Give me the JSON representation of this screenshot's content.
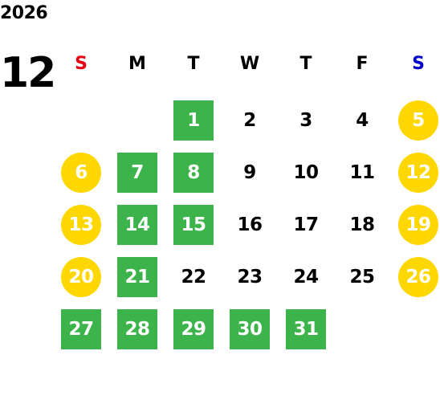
{
  "calendar": {
    "year": "2026",
    "month": "12",
    "weekdays": [
      {
        "label": "S",
        "color": "#e60012"
      },
      {
        "label": "M",
        "color": "#000000"
      },
      {
        "label": "T",
        "color": "#000000"
      },
      {
        "label": "W",
        "color": "#000000"
      },
      {
        "label": "T",
        "color": "#000000"
      },
      {
        "label": "F",
        "color": "#000000"
      },
      {
        "label": "S",
        "color": "#0000cc"
      }
    ],
    "colors": {
      "green_highlight": "#3cb44b",
      "weekend_circle": "#ffd700"
    },
    "weeks": [
      [
        {
          "day": "",
          "style": "none"
        },
        {
          "day": "",
          "style": "none"
        },
        {
          "day": "1",
          "style": "green"
        },
        {
          "day": "2",
          "style": "plain"
        },
        {
          "day": "3",
          "style": "plain"
        },
        {
          "day": "4",
          "style": "plain"
        },
        {
          "day": "5",
          "style": "yellow"
        }
      ],
      [
        {
          "day": "6",
          "style": "yellow"
        },
        {
          "day": "7",
          "style": "green"
        },
        {
          "day": "8",
          "style": "green"
        },
        {
          "day": "9",
          "style": "plain"
        },
        {
          "day": "10",
          "style": "plain"
        },
        {
          "day": "11",
          "style": "plain"
        },
        {
          "day": "12",
          "style": "yellow"
        }
      ],
      [
        {
          "day": "13",
          "style": "yellow"
        },
        {
          "day": "14",
          "style": "green"
        },
        {
          "day": "15",
          "style": "green"
        },
        {
          "day": "16",
          "style": "plain"
        },
        {
          "day": "17",
          "style": "plain"
        },
        {
          "day": "18",
          "style": "plain"
        },
        {
          "day": "19",
          "style": "yellow"
        }
      ],
      [
        {
          "day": "20",
          "style": "yellow"
        },
        {
          "day": "21",
          "style": "green"
        },
        {
          "day": "22",
          "style": "plain"
        },
        {
          "day": "23",
          "style": "plain"
        },
        {
          "day": "24",
          "style": "plain"
        },
        {
          "day": "25",
          "style": "plain"
        },
        {
          "day": "26",
          "style": "yellow"
        }
      ],
      [
        {
          "day": "27",
          "style": "green"
        },
        {
          "day": "28",
          "style": "green"
        },
        {
          "day": "29",
          "style": "green"
        },
        {
          "day": "30",
          "style": "green"
        },
        {
          "day": "31",
          "style": "green"
        },
        {
          "day": "",
          "style": "none"
        },
        {
          "day": "",
          "style": "none"
        }
      ]
    ]
  }
}
